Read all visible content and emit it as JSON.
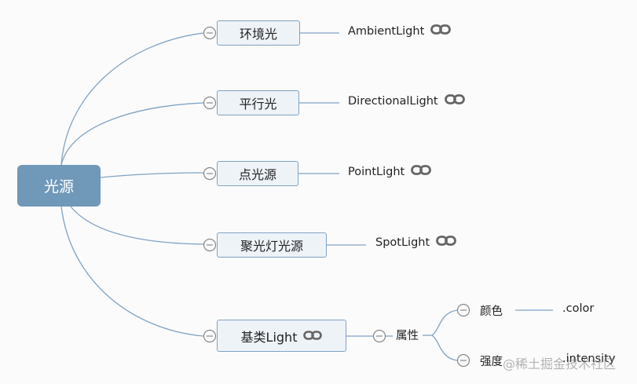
{
  "root": {
    "label": "光源"
  },
  "topics": [
    {
      "label": "环境光",
      "leaf": "AmbientLight"
    },
    {
      "label": "平行光",
      "leaf": "DirectionalLight"
    },
    {
      "label": "点光源",
      "leaf": "PointLight"
    },
    {
      "label": "聚光灯光源",
      "leaf": "SpotLight"
    },
    {
      "label": "基类Light"
    }
  ],
  "base": {
    "attr_label": "属性",
    "children": [
      {
        "label": "颜色",
        "leaf": ".color"
      },
      {
        "label": "强度",
        "leaf": ".intensity"
      }
    ]
  },
  "watermark": "@稀土掘金技术社区",
  "colors": {
    "line": "#7fa3c2",
    "root_fill": "#6f98b9",
    "topic_fill": "#eef3f8"
  },
  "icons": {
    "collapse": "minus-circle-icon",
    "link": "link-icon"
  }
}
